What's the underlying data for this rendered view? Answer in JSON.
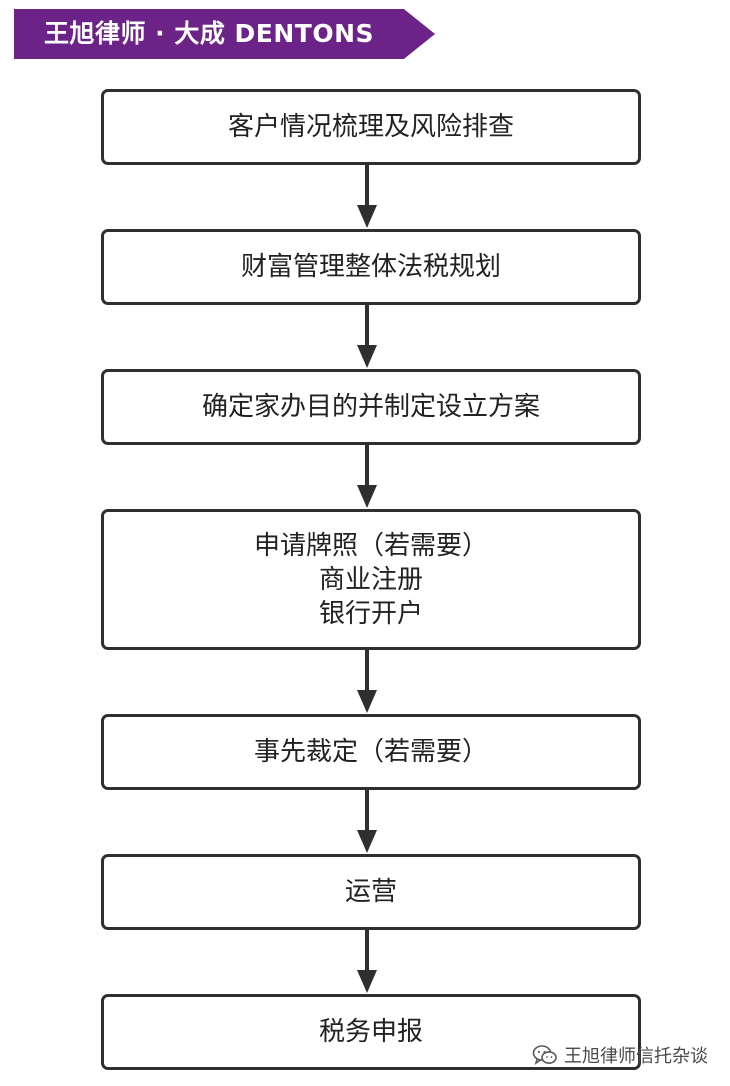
{
  "banner": {
    "text": "王旭律师 · 大成 DENTONS",
    "color": "#6b2387"
  },
  "steps": [
    {
      "lines": [
        "客户情况梳理及风险排查"
      ]
    },
    {
      "lines": [
        "财富管理整体法税规划"
      ]
    },
    {
      "lines": [
        "确定家办目的并制定设立方案"
      ]
    },
    {
      "lines": [
        "申请牌照（若需要）",
        "商业注册",
        "银行开户"
      ]
    },
    {
      "lines": [
        "事先裁定（若需要）"
      ]
    },
    {
      "lines": [
        "运营"
      ]
    },
    {
      "lines": [
        "税务申报"
      ]
    }
  ],
  "watermark": {
    "icon": "wechat-icon",
    "text": "王旭律师信托杂谈"
  }
}
